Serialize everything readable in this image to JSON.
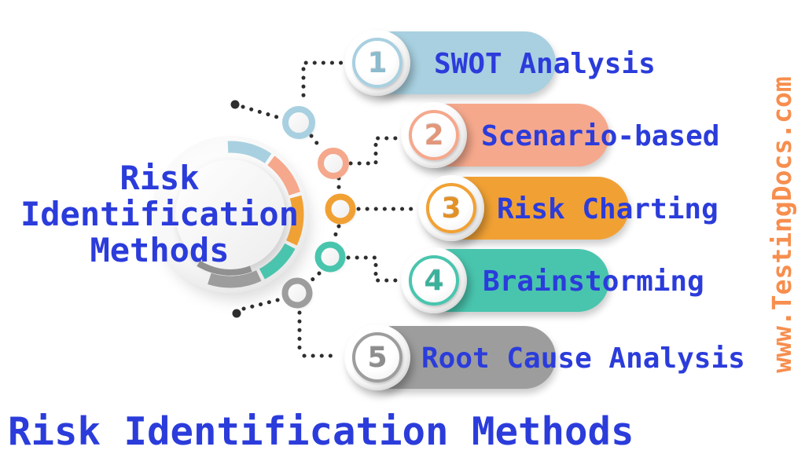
{
  "page": {
    "background": "#ffffff",
    "footer_title": "Risk Identification Methods",
    "text_color": "#2b3cdb",
    "watermark": "www.TestingDocs.com",
    "watermark_color": "#f78e4e",
    "connector_color": "#2e2e2e"
  },
  "center": {
    "lines": [
      "Risk",
      "Identification",
      "Methods"
    ]
  },
  "items": [
    {
      "number": "1",
      "label": "SWOT Analysis",
      "color": "#a8d0e0",
      "accent": "#8bbbcd"
    },
    {
      "number": "2",
      "label": "Scenario-based",
      "color": "#f5a88c",
      "accent": "#e2977a"
    },
    {
      "number": "3",
      "label": "Risk Charting",
      "color": "#f1a134",
      "accent": "#e29127"
    },
    {
      "number": "4",
      "label": "Brainstorming",
      "color": "#49c5ae",
      "accent": "#3bb19c"
    },
    {
      "number": "5",
      "label": "Root Cause Analysis",
      "color": "#9d9d9d",
      "accent": "#8d8d8d"
    }
  ]
}
